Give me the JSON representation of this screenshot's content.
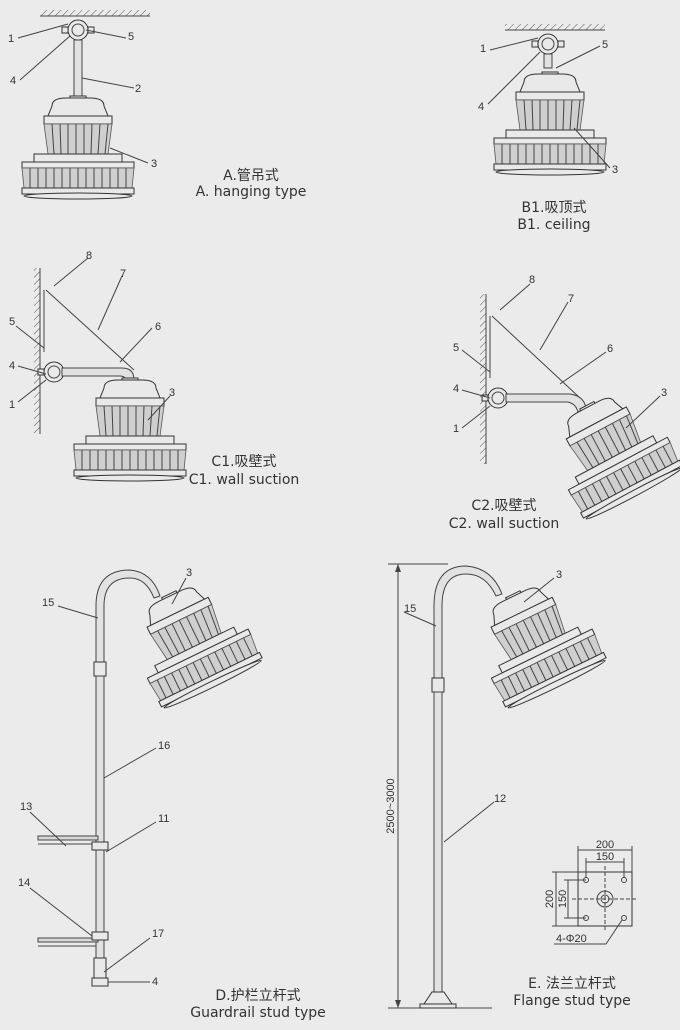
{
  "figures": {
    "A": {
      "caption_cn": "A.管吊式",
      "caption_en": "A. hanging type",
      "callouts": [
        "1",
        "4",
        "5",
        "2",
        "3"
      ]
    },
    "B1": {
      "caption_cn": "B1.吸顶式",
      "caption_en": "B1. ceiling",
      "callouts": [
        "1",
        "4",
        "5",
        "3"
      ]
    },
    "C1": {
      "caption_cn": "C1.吸壁式",
      "caption_en": "C1. wall suction",
      "callouts": [
        "8",
        "7",
        "5",
        "6",
        "4",
        "1",
        "3"
      ]
    },
    "C2": {
      "caption_cn": "C2.吸壁式",
      "caption_en": "C2. wall suction",
      "callouts": [
        "8",
        "7",
        "5",
        "6",
        "4",
        "1",
        "3"
      ]
    },
    "D": {
      "caption_cn": "D.护栏立杆式",
      "caption_en": "Guardrail stud type",
      "callouts": [
        "3",
        "15",
        "16",
        "13",
        "11",
        "14",
        "17",
        "4"
      ]
    },
    "E": {
      "caption_cn": "E. 法兰立杆式",
      "caption_en": "Flange stud type",
      "callouts": [
        "3",
        "15",
        "12"
      ],
      "height_dim": "2500~3000",
      "flange": {
        "outer": "200",
        "inner": "150",
        "holes": "4-Φ20"
      }
    }
  }
}
